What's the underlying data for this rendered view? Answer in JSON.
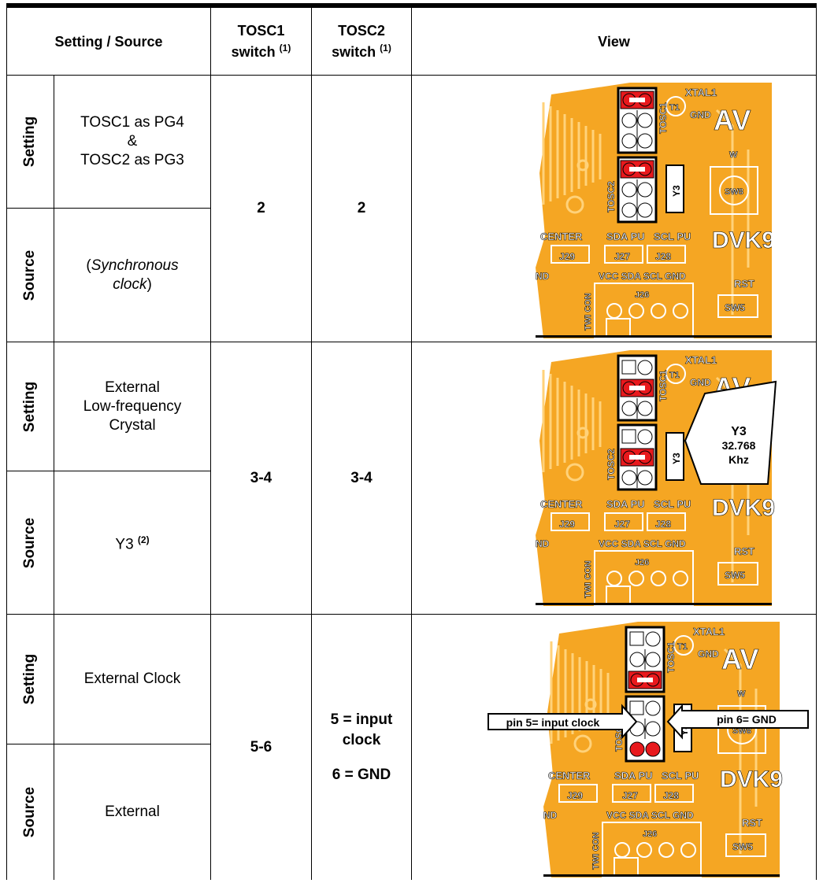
{
  "header": {
    "setting_source": "Setting / Source",
    "tosc1": "TOSC1",
    "tosc2": "TOSC2",
    "switch": "switch",
    "note": "(1)",
    "view": "View"
  },
  "rows": [
    {
      "setting_label": "Setting",
      "source_label": "Source",
      "setting_lines": [
        "TOSC1 as PG4",
        "&",
        "TOSC2 as PG3"
      ],
      "source_open": "(",
      "source_italic_1": "Synchronous",
      "source_italic_2": "clock",
      "source_close": ")",
      "tosc1": "2",
      "tosc2": "2"
    },
    {
      "setting_label": "Setting",
      "source_label": "Source",
      "setting_lines": [
        "External",
        "Low-frequency",
        "Crystal"
      ],
      "source_text": "Y3",
      "source_note": "(2)",
      "tosc1": "3-4",
      "tosc2": "3-4",
      "callout": [
        "Y3",
        "32.768",
        "Khz"
      ]
    },
    {
      "setting_label": "Setting",
      "source_label": "Source",
      "setting_text": "External Clock",
      "source_text": "External",
      "tosc1": "5-6",
      "tosc2_lines": [
        "5 = input",
        "clock",
        "6 = GND"
      ],
      "callout_left": "pin 5= input clock",
      "callout_right": "pin 6= GND"
    }
  ],
  "board_labels": {
    "xtal": "XTAL1",
    "gnd": "GND",
    "t1": "T1",
    "avr": "AV",
    "tosc1": "TOSC1",
    "tosc2": "TOSC2",
    "y3": "Y3",
    "sw": "W",
    "sw8": "SW8",
    "center": "CENTER",
    "sdapu": "SDA PU",
    "sclpu": "SCL PU",
    "j29": "J29",
    "j27": "J27",
    "j28": "J28",
    "dvk": "DVK9",
    "vcc": "VCC SDA SCL GND",
    "j26": "J26",
    "twi": "TWI CON",
    "rst": "RST",
    "sw5": "SW5",
    "nd": "ND"
  },
  "colors": {
    "pcb": "#f5a623",
    "trace": "#ffd27a",
    "jumper": "#e8191d",
    "black": "#000000"
  }
}
